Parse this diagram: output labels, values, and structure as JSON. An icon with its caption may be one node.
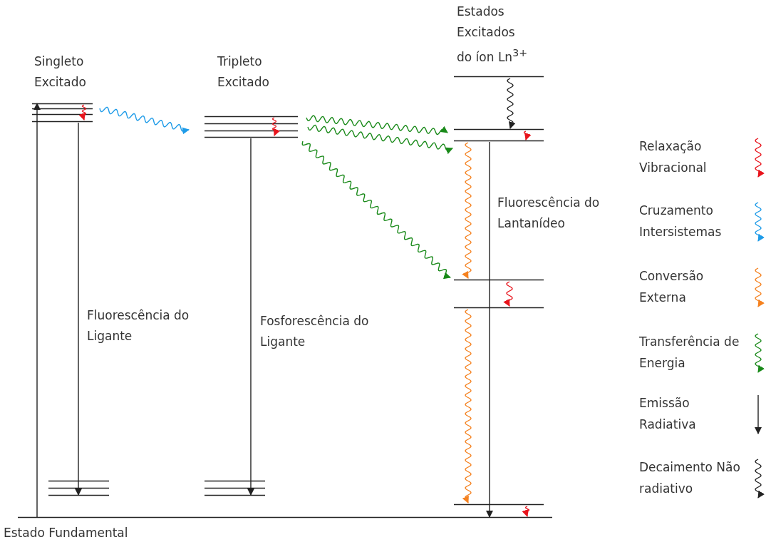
{
  "diagram": {
    "nodes": [
      {
        "text": [
          "Estado Fundamental"
        ]
      },
      {
        "text": [
          "Singleto Excitado"
        ]
      },
      {
        "text": [],
        "shape": "bar"
      },
      {
        "text": [
          "Tripleto Excitado"
        ]
      },
      {
        "text": [],
        "shape": "bar"
      },
      {
        "text": [
          "Estados Excitados do íon Ln$^{3+}$"
        ]
      },
      {
        "text": [],
        "shape": "bar"
      },
      {
        "text": [],
        "shape": "bar"
      },
      {
        "text": [],
        "shape": "bar"
      },
      {
        "text": [],
        "shape": "bar"
      },
      {
        "text": [],
        "shape": "bar"
      }
    ],
    "edges": [
      {
        "from": 0,
        "to": 1,
        "arrow": "to"
      },
      {
        "from": 1,
        "to": 2,
        "arrow": "to",
        "label": "Fluorescência do Ligante"
      },
      {
        "from": 1,
        "to": 3,
        "arrow": "to",
        "color": "#1e9be8"
      },
      {
        "from": 3,
        "to": 4,
        "arrow": "to",
        "label": "Fosforescência do Ligante"
      },
      {
        "from": 3,
        "to": 6,
        "arrow": "to",
        "color": "#1a8a1a"
      },
      {
        "from": 3,
        "to": 7,
        "arrow": "to",
        "color": "#1a8a1a"
      },
      {
        "from": 3,
        "to": 8,
        "arrow": "to",
        "color": "#1a8a1a"
      },
      {
        "from": 5,
        "to": 6,
        "arrow": "to"
      },
      {
        "from": 6,
        "to": 7,
        "arrow": "to",
        "color": "#e8141c"
      },
      {
        "from": 7,
        "to": 8,
        "arrow": "to",
        "color": "#f58220"
      },
      {
        "from": 7,
        "to": 0,
        "arrow": "to",
        "label": "Fluorescência do Lantanídeo"
      },
      {
        "from": 8,
        "to": 9,
        "arrow": "to",
        "color": "#e8141c"
      },
      {
        "from": 9,
        "to": 10,
        "arrow": "to",
        "color": "#f58220"
      },
      {
        "from": 10,
        "to": 0,
        "arrow": "to",
        "color": "#e8141c"
      }
    ],
    "legend": [
      {
        "text": "Relaxação Vibracional"
      },
      {
        "text": "Cruzamento Intersistemas"
      },
      {
        "text": "Conversão Externa"
      },
      {
        "text": "Transferência de Energia"
      },
      {
        "text": "Emissão Radiativa"
      },
      {
        "text": "Decaimento Não radiativo"
      }
    ]
  }
}
